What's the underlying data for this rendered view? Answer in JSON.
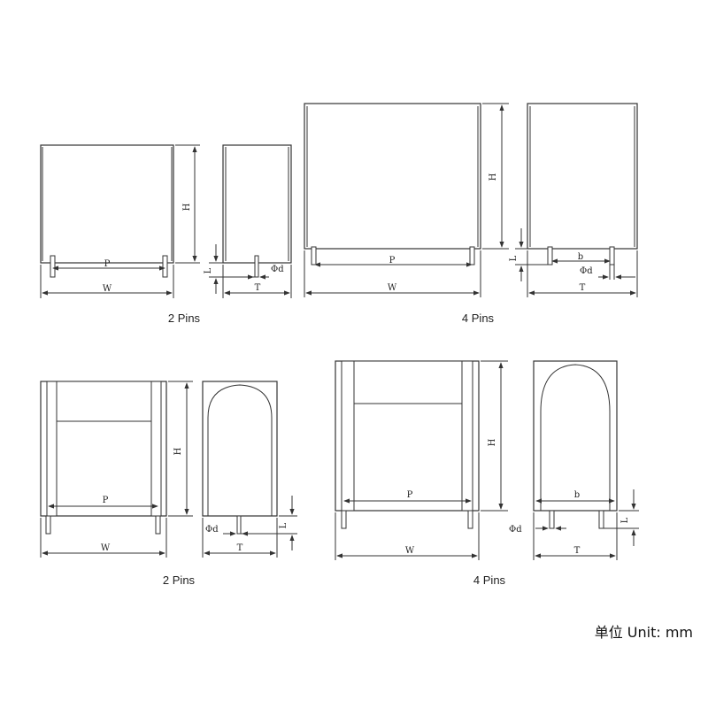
{
  "dims": {
    "width": "W",
    "height": "H",
    "thickness": "T",
    "pitch": "P",
    "pin_length": "L",
    "pin_diameter": "Φd",
    "row_spacing": "b"
  },
  "captions": {
    "top_left": "2 Pins",
    "top_right": "4 Pins",
    "bottom_left": "2 Pins",
    "bottom_right": "4 Pins"
  },
  "unit_label": "单位 Unit: mm"
}
